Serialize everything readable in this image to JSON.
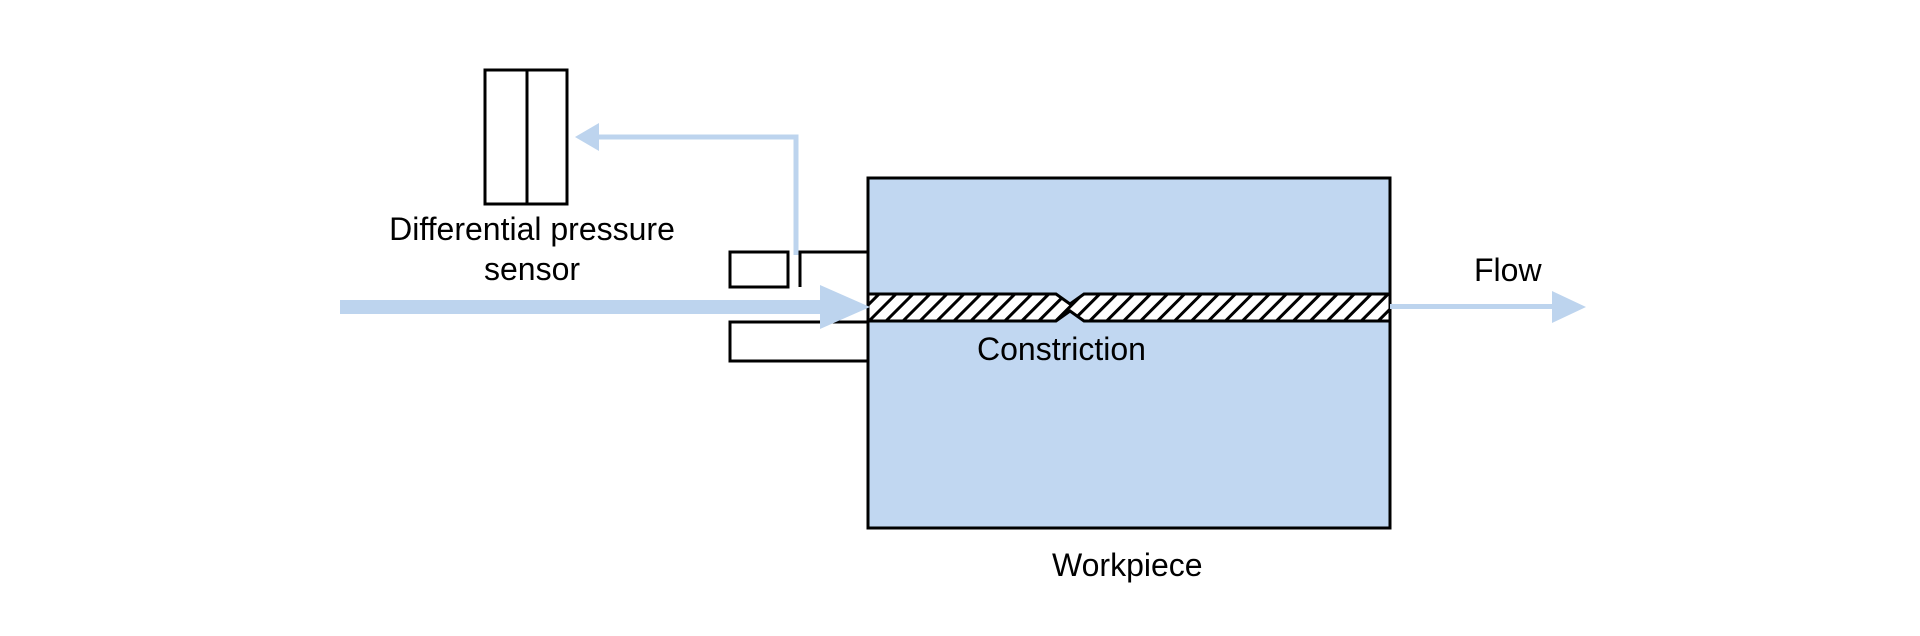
{
  "labels": {
    "sensor_line1": "Differential pressure",
    "sensor_line2": "sensor",
    "flow": "Flow",
    "constriction": "Constriction",
    "workpiece": "Workpiece"
  },
  "colors": {
    "flow_blue": "#bdd4ee",
    "workpiece_fill": "#c1d7f1",
    "outline": "#000000",
    "background": "#ffffff"
  }
}
